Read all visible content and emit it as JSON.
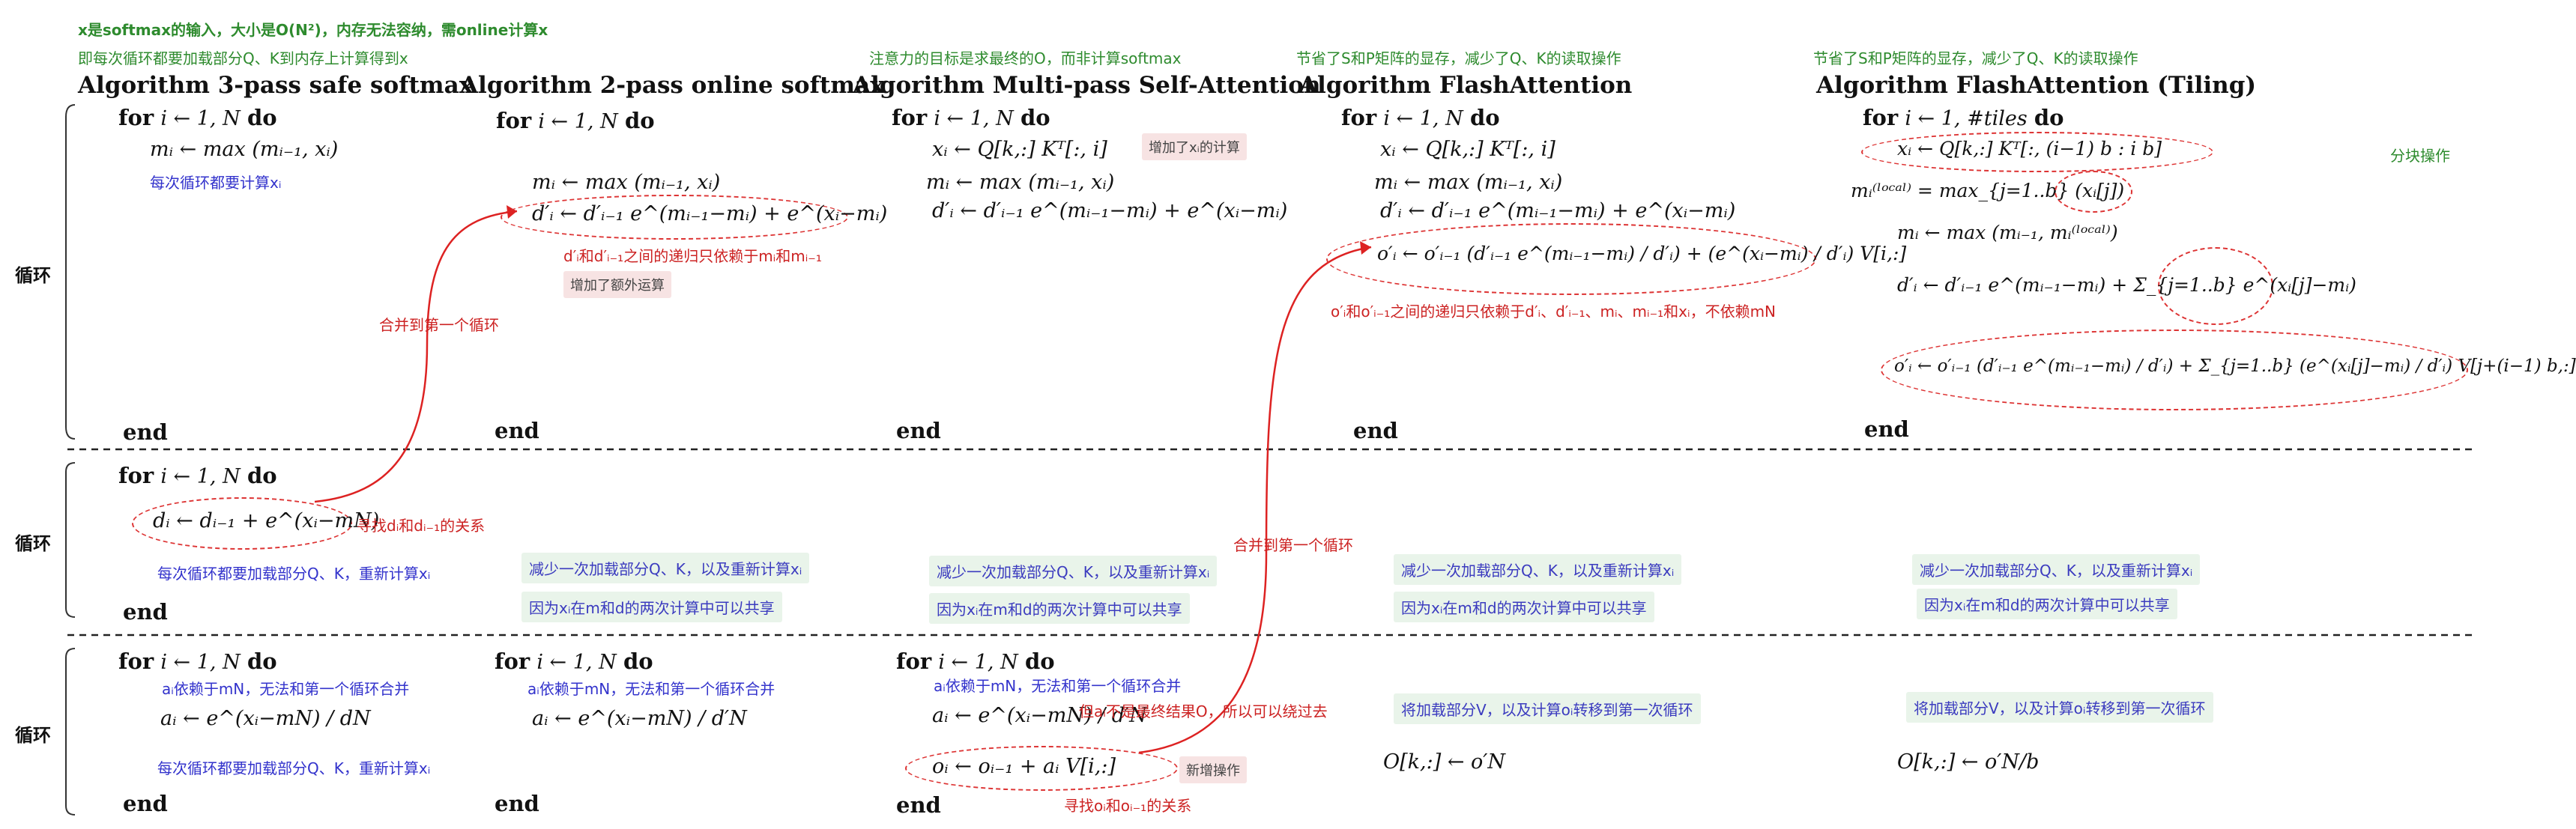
{
  "notes": {
    "top_note_1": "x是softmax的输入，大小是O(N²)，内存无法容纳，需online计算x",
    "top_note_2": "即每次循环都要加载部分Q、K到内存上计算得到x",
    "attention_note": "注意力的目标是求最终的O，而非计算softmax",
    "flash_note": "节省了S和P矩阵的显存，减少了Q、K的读取操作",
    "tiling_note": "节省了S和P矩阵的显存，减少了Q、K的读取操作",
    "tiling_side": "分块操作"
  },
  "sides": [
    "循环",
    "循环",
    "循环"
  ],
  "titles": {
    "c1": "Algorithm 3-pass safe softmax",
    "c2": "Algorithm 2-pass online softmax",
    "c3": "Algorithm Multi-pass Self-Attention",
    "c4": "Algorithm FlashAttention",
    "c5": "Algorithm FlashAttention (Tiling)"
  },
  "kw": {
    "for": "for",
    "do": "do",
    "end": "end"
  },
  "loops": {
    "range_n": "i ← 1, N",
    "range_tiles": "i ← 1, #tiles"
  },
  "row1": {
    "c1_eq": "mᵢ ← max (mᵢ₋₁, xᵢ)",
    "c1_note": "每次循环都要计算xᵢ",
    "c2_eq1": "mᵢ  ←  max (mᵢ₋₁, xᵢ)",
    "c2_eq2": "d′ᵢ  ←  d′ᵢ₋₁ e^(mᵢ₋₁−mᵢ) + e^(xᵢ−mᵢ)",
    "c2_red": "d′ᵢ和d′ᵢ₋₁之间的递归只依赖于mᵢ和mᵢ₋₁",
    "c2_box": "增加了额外运算",
    "merge_first": "合并到第一个循环",
    "c3_eq1": "xᵢ  ←  Q[k,:] Kᵀ[:, i]",
    "c3_box": "增加了xᵢ的计算",
    "c3_eq2": "mᵢ  ←  max (mᵢ₋₁, xᵢ)",
    "c3_eq3": "d′ᵢ  ←  d′ᵢ₋₁ e^(mᵢ₋₁−mᵢ) + e^(xᵢ−mᵢ)",
    "c4_eq1": "xᵢ  ←  Q[k,:] Kᵀ[:, i]",
    "c4_eq2": "mᵢ  ←  max (mᵢ₋₁, xᵢ)",
    "c4_eq3": "d′ᵢ  ←  d′ᵢ₋₁ e^(mᵢ₋₁−mᵢ) + e^(xᵢ−mᵢ)",
    "c4_eq4": "o′ᵢ  ←  o′ᵢ₋₁ (d′ᵢ₋₁ e^(mᵢ₋₁−mᵢ) / d′ᵢ) + (e^(xᵢ−mᵢ) / d′ᵢ) V[i,:]",
    "c4_red": "o′ᵢ和o′ᵢ₋₁之间的递归只依赖于d′ᵢ、d′ᵢ₋₁、mᵢ、mᵢ₋₁和xᵢ，不依赖mN",
    "c5_eq1": "xᵢ  ←  Q[k,:] Kᵀ[:, (i−1) b : i b]",
    "c5_eq2": "mᵢ⁽ˡᵒᶜᵃˡ⁾  =  max_{j=1..b} (xᵢ[j])",
    "c5_eq3": "mᵢ  ←  max (mᵢ₋₁, mᵢ⁽ˡᵒᶜᵃˡ⁾)",
    "c5_eq4": "d′ᵢ  ←  d′ᵢ₋₁ e^(mᵢ₋₁−mᵢ) + Σ_{j=1..b} e^(xᵢ[j]−mᵢ)",
    "c5_eq5": "o′ᵢ  ←  o′ᵢ₋₁ (d′ᵢ₋₁ e^(mᵢ₋₁−mᵢ) / d′ᵢ) + Σ_{j=1..b} (e^(xᵢ[j]−mᵢ) / d′ᵢ) V[j+(i−1) b,:]"
  },
  "row2": {
    "c1_eq": "dᵢ ← dᵢ₋₁ + e^(xᵢ−mN)",
    "c1_red": "寻找dᵢ和dᵢ₋₁的关系",
    "c1_note": "每次循环都要加载部分Q、K，重新计算xᵢ",
    "box1": "减少一次加载部分Q、K，以及重新计算xᵢ",
    "box2": "因为xᵢ在m和d的两次计算中可以共享",
    "c5_box1": "减少一次加载部分Q、K，以及重新计算xᵢ",
    "c5_box2": "因为xᵢ在m和d的两次计算中可以共享",
    "merge_first": "合并到第一个循环"
  },
  "row3": {
    "c1_note1": "aᵢ依赖于mN，无法和第一个循环合并",
    "c1_eq": "aᵢ ← e^(xᵢ−mN) / dN",
    "c1_note2": "每次循环都要加载部分Q、K，重新计算xᵢ",
    "c2_note": "aᵢ依赖于mN，无法和第一个循环合并",
    "c2_eq": "aᵢ ← e^(xᵢ−mN) / d′N",
    "c3_note": "aᵢ依赖于mN，无法和第一个循环合并",
    "c3_eq1": "aᵢ  ←  e^(xᵢ−mN) / d′N",
    "c3_red1": "但aᵢ不是最终结果O，所以可以绕过去",
    "c3_eq2": "oᵢ  ←  oᵢ₋₁ + aᵢ V[i,:]",
    "c3_box": "新增操作",
    "c3_red2": "寻找oᵢ和oᵢ₋₁的关系",
    "c4_box": "将加载部分V，以及计算oᵢ转移到第一次循环",
    "c4_eq": "O[k,:] ← o′N",
    "c5_box": "将加载部分V，以及计算oᵢ转移到第一次循环",
    "c5_eq": "O[k,:] ← o′N/b"
  },
  "colors": {
    "green": "#2e8b2e",
    "blue": "#3333cc",
    "red": "#cc2222",
    "box_green": "#e9f4ea",
    "box_red": "#f7e3e3"
  }
}
